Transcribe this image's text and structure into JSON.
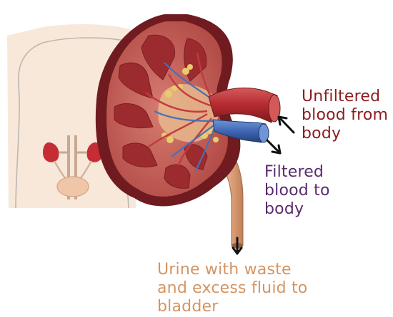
{
  "labels": {
    "unfiltered_blood": "Unfiltered\nblood from\nbody",
    "filtered_blood": "Filtered\nblood to\nbody",
    "urine": "Urine with waste\nand excess fluid to\nbladder"
  },
  "colors": {
    "unfiltered_text": "#8c1d1f",
    "filtered_text": "#5a2a6e",
    "urine_text": "#d49563",
    "artery": "#b42a2f",
    "vein": "#3f67b4",
    "ureter": "#d9a27b",
    "kidney_outer": "#7e1f22",
    "cortex": "#c65b55",
    "pyramid": "#9c2a2e",
    "fat": "#e8cc6a",
    "body_silhouette": "#f6e6d6",
    "arrow": "#111111"
  },
  "icons": [
    "body-silhouette-inset",
    "kidney-cross-section",
    "renal-artery",
    "renal-vein",
    "ureter",
    "flow-arrow"
  ]
}
